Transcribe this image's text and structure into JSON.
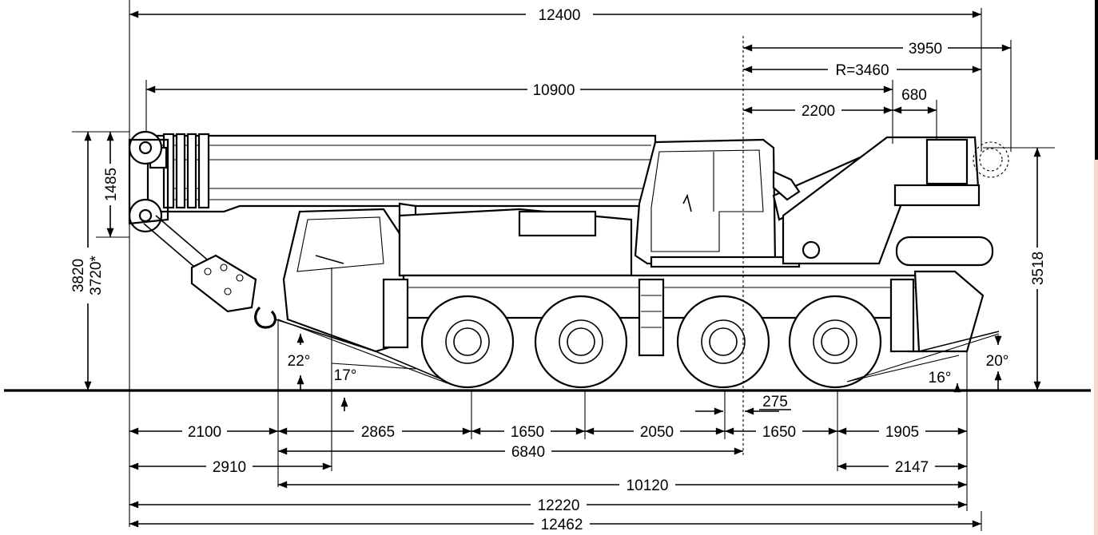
{
  "dimensions": {
    "overall_top": "12400",
    "rear_3950": "3950",
    "radius": "R=3460",
    "boom_10900": "10900",
    "d_2200": "2200",
    "d_680": "680",
    "h_3820": "3820",
    "h_3720": "3720*",
    "h_1485": "1485",
    "h_3518": "3518",
    "angle_22": "22°",
    "angle_17": "17°",
    "angle_16": "16°",
    "angle_20": "20°",
    "d_275": "275",
    "d_2100": "2100",
    "d_2865": "2865",
    "d_1650a": "1650",
    "d_2050": "2050",
    "d_1650b": "1650",
    "d_1905": "1905",
    "d_2910": "2910",
    "d_6840": "6840",
    "d_2147": "2147",
    "d_10120": "10120",
    "d_12220": "12220",
    "d_12462": "12462"
  }
}
